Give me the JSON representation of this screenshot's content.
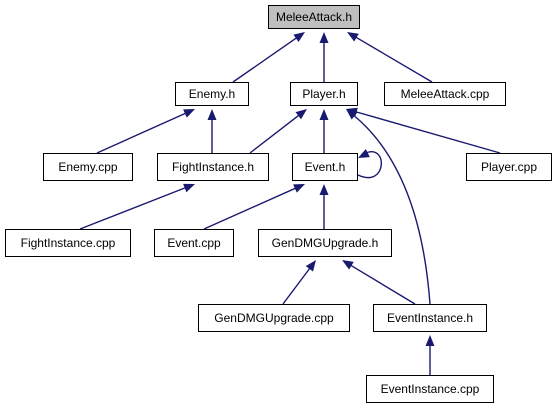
{
  "graph": {
    "nodes": [
      {
        "id": "melee_h",
        "label": "MeleeAttack.h",
        "root": true
      },
      {
        "id": "enemy_h",
        "label": "Enemy.h"
      },
      {
        "id": "player_h",
        "label": "Player.h"
      },
      {
        "id": "melee_cpp",
        "label": "MeleeAttack.cpp"
      },
      {
        "id": "enemy_cpp",
        "label": "Enemy.cpp"
      },
      {
        "id": "fight_h",
        "label": "FightInstance.h"
      },
      {
        "id": "event_h",
        "label": "Event.h"
      },
      {
        "id": "player_cpp",
        "label": "Player.cpp"
      },
      {
        "id": "fight_cpp",
        "label": "FightInstance.cpp"
      },
      {
        "id": "event_cpp",
        "label": "Event.cpp"
      },
      {
        "id": "gen_h",
        "label": "GenDMGUpgrade.h"
      },
      {
        "id": "gen_cpp",
        "label": "GenDMGUpgrade.cpp"
      },
      {
        "id": "evinst_h",
        "label": "EventInstance.h"
      },
      {
        "id": "evinst_cpp",
        "label": "EventInstance.cpp"
      }
    ],
    "edges": [
      {
        "from": "enemy_h",
        "to": "melee_h"
      },
      {
        "from": "player_h",
        "to": "melee_h"
      },
      {
        "from": "melee_cpp",
        "to": "melee_h"
      },
      {
        "from": "enemy_cpp",
        "to": "enemy_h"
      },
      {
        "from": "fight_h",
        "to": "enemy_h"
      },
      {
        "from": "fight_h",
        "to": "player_h"
      },
      {
        "from": "event_h",
        "to": "player_h"
      },
      {
        "from": "player_cpp",
        "to": "player_h"
      },
      {
        "from": "evinst_h",
        "to": "player_h"
      },
      {
        "from": "event_h",
        "to": "event_h"
      },
      {
        "from": "fight_cpp",
        "to": "fight_h"
      },
      {
        "from": "event_cpp",
        "to": "event_h"
      },
      {
        "from": "gen_h",
        "to": "event_h"
      },
      {
        "from": "gen_cpp",
        "to": "gen_h"
      },
      {
        "from": "evinst_h",
        "to": "gen_h"
      },
      {
        "from": "evinst_cpp",
        "to": "evinst_h"
      }
    ],
    "colors": {
      "edge": "#191970",
      "root_fill": "#bfbfbf",
      "node_border": "#000000"
    }
  }
}
